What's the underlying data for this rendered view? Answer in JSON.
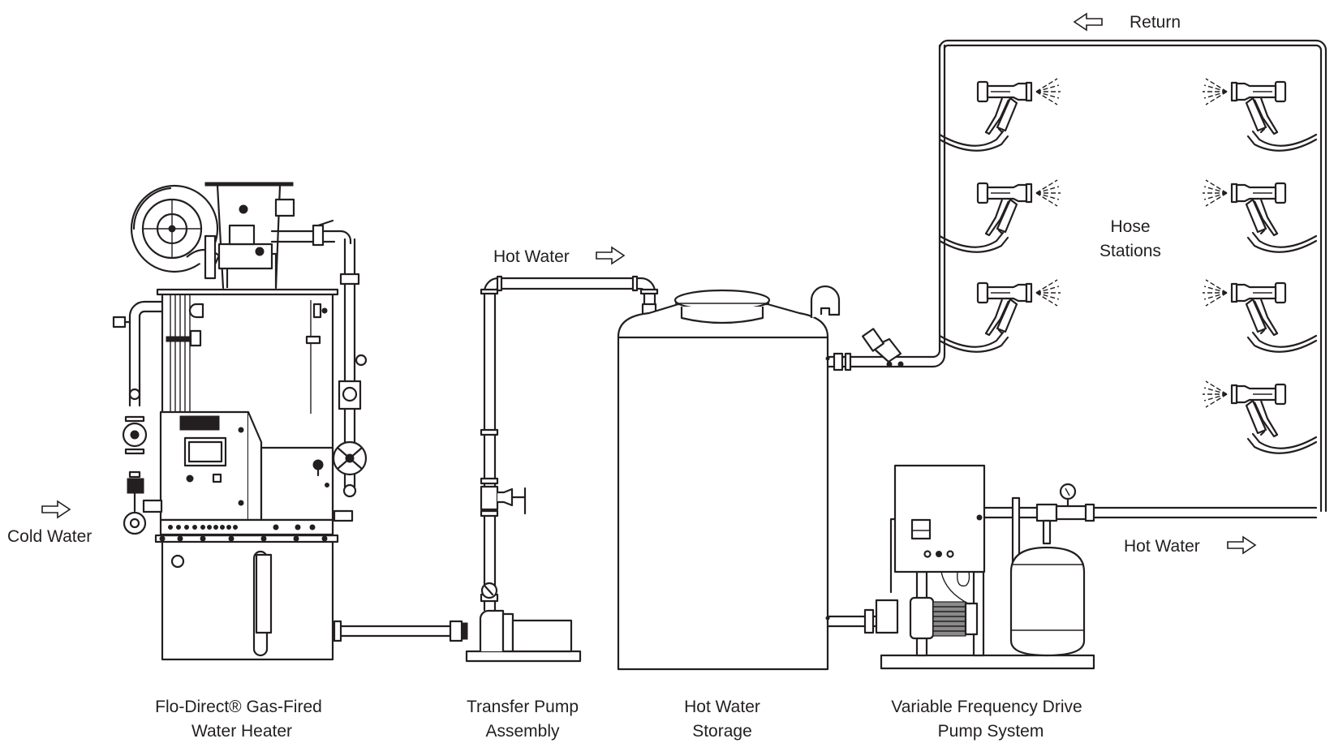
{
  "diagram": {
    "title": "Hot water wash-down system schematic",
    "flow_labels": {
      "cold_water": "Cold Water",
      "hot_water_to_storage": "Hot Water",
      "hot_water_to_stations": "Hot Water",
      "return": "Return",
      "hose_stations_line1": "Hose",
      "hose_stations_line2": "Stations"
    },
    "flow_arrows": {
      "cold_water": "right-arrow-icon",
      "hot_water_to_storage": "right-arrow-icon",
      "hot_water_to_stations": "right-arrow-icon",
      "return": "left-arrow-icon"
    },
    "components": [
      {
        "id": "water-heater",
        "line1": "Flo-Direct® Gas-Fired",
        "line2": "Water Heater"
      },
      {
        "id": "transfer-pump",
        "line1": "Transfer Pump",
        "line2": "Assembly"
      },
      {
        "id": "storage-tank",
        "line1": "Hot Water",
        "line2": "Storage"
      },
      {
        "id": "vfd-pump",
        "line1": "Variable Frequency Drive",
        "line2": "Pump System"
      }
    ],
    "hose_stations": {
      "left_column_count": 3,
      "right_column_count": 4
    },
    "colors": {
      "line": "#231f20",
      "background": "#ffffff"
    }
  }
}
